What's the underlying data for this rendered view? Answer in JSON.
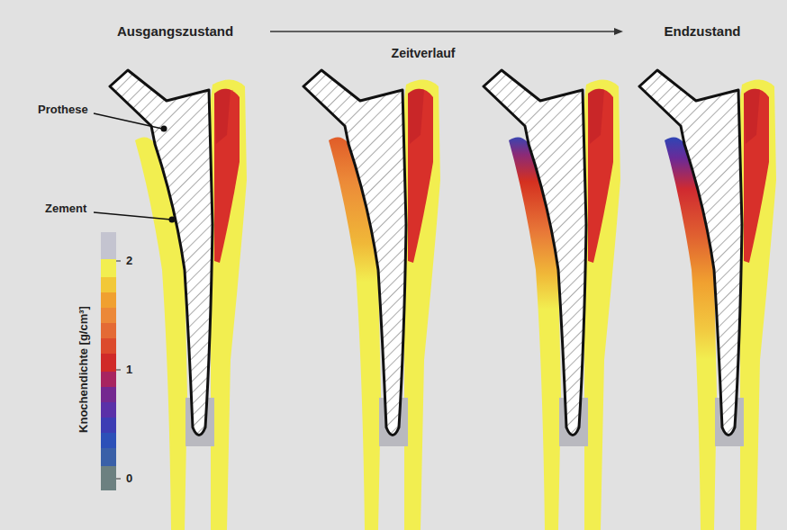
{
  "diagram": {
    "labels": [
      "Ausgangszustand",
      "Zeitverlauf",
      "Endzustand",
      "Prothese",
      "Zement",
      "Knochendichte [g/cm³]",
      "2",
      "1",
      "0"
    ]
  }
}
